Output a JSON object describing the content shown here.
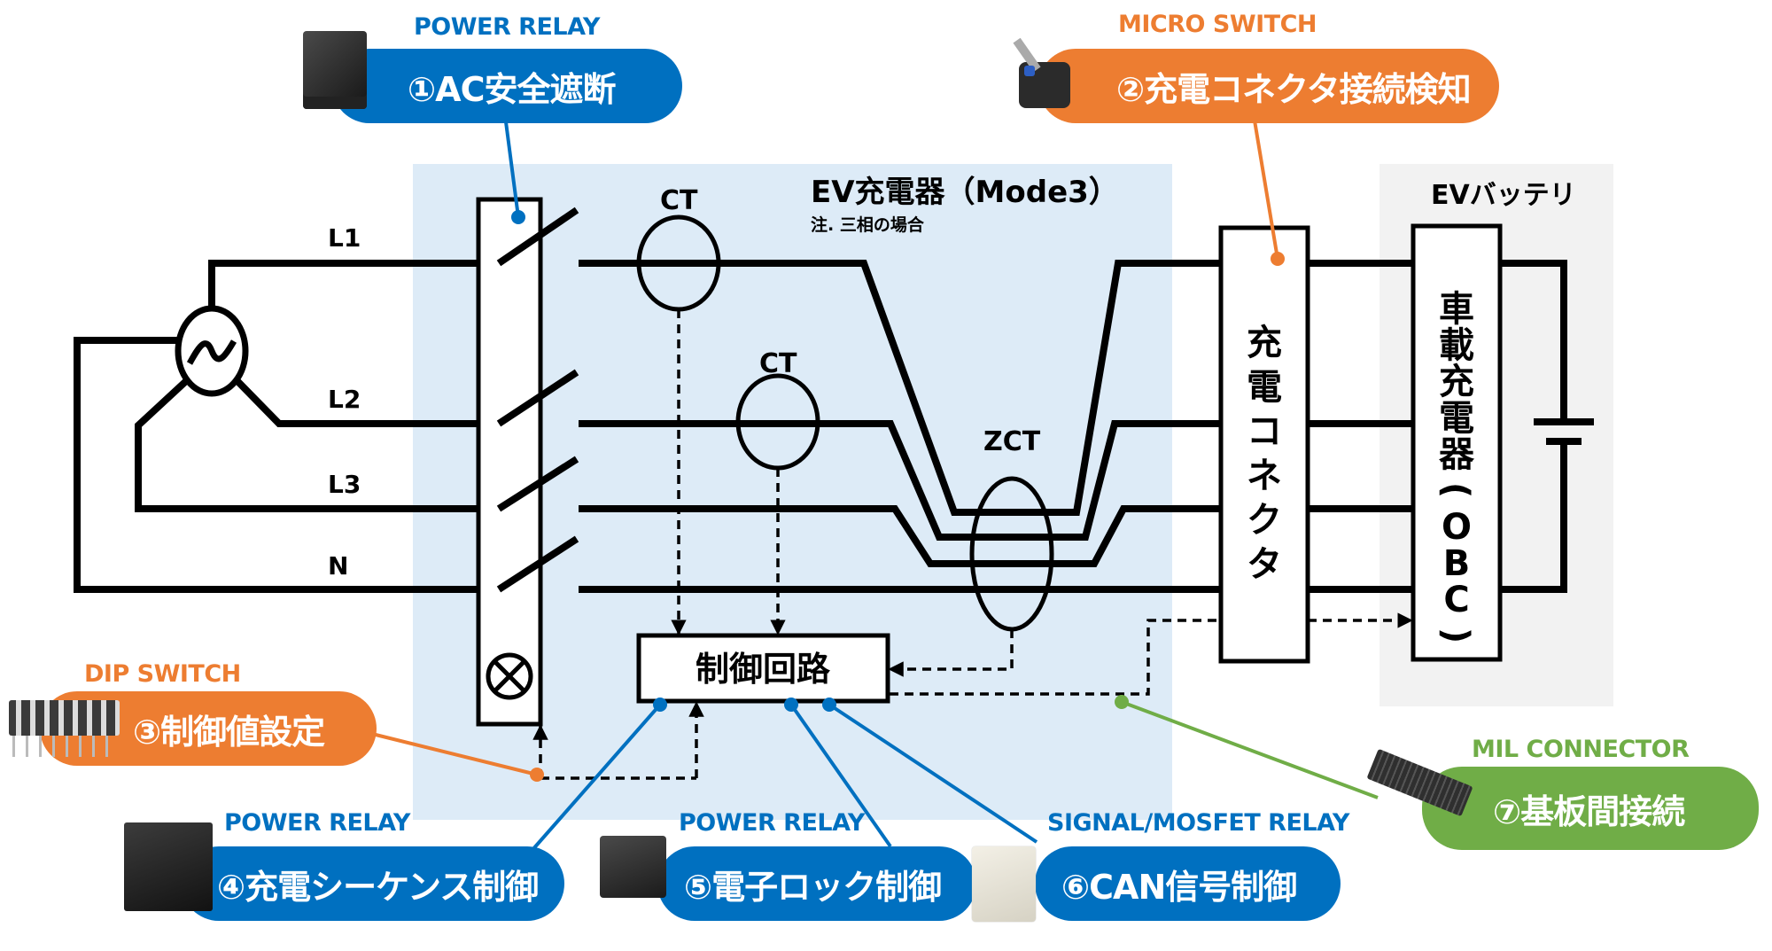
{
  "colors": {
    "blue": "#0070C0",
    "orange": "#ED7D31",
    "green": "#70AD47",
    "charger_panel": "#DDEBF7",
    "battery_panel": "#F2F2F2",
    "line": "#000000"
  },
  "charger": {
    "title": "EV充電器（Mode3）",
    "note": "注. 三相の場合",
    "ct1_label": "CT",
    "ct2_label": "CT",
    "zct_label": "ZCT",
    "control_circuit_label": "制御回路"
  },
  "lines": {
    "l1": "L1",
    "l2": "L2",
    "l3": "L3",
    "n": "N"
  },
  "connector": {
    "label_chars": [
      "充",
      "電",
      "コ",
      "ネ",
      "ク",
      "タ"
    ]
  },
  "battery": {
    "title": "EVバッテリ",
    "obc_chars": [
      "車",
      "載",
      "充",
      "電",
      "器",
      "(",
      "O",
      "B",
      "C",
      ")"
    ]
  },
  "callouts": [
    {
      "id": 1,
      "category": "POWER RELAY",
      "label": "①AC安全遮断",
      "color": "blue",
      "product_icon": "power-relay-icon"
    },
    {
      "id": 2,
      "category": "MICRO SWITCH",
      "label": "②充電コネクタ接続検知",
      "color": "orange",
      "product_icon": "micro-switch-icon"
    },
    {
      "id": 3,
      "category": "DIP SWITCH",
      "label": "③制御値設定",
      "color": "orange",
      "product_icon": "dip-switch-icon"
    },
    {
      "id": 4,
      "category": "POWER RELAY",
      "label": "④充電シーケンス制御",
      "color": "blue",
      "product_icon": "power-relay-icon"
    },
    {
      "id": 5,
      "category": "POWER RELAY",
      "label": "⑤電子ロック制御",
      "color": "blue",
      "product_icon": "power-relay-icon"
    },
    {
      "id": 6,
      "category": "SIGNAL/MOSFET RELAY",
      "label": "⑥CAN信号制御",
      "color": "blue",
      "product_icon": "signal-relay-icon"
    },
    {
      "id": 7,
      "category": "MIL CONNECTOR",
      "label": "⑦基板間接続",
      "color": "green",
      "product_icon": "mil-connector-icon"
    }
  ]
}
